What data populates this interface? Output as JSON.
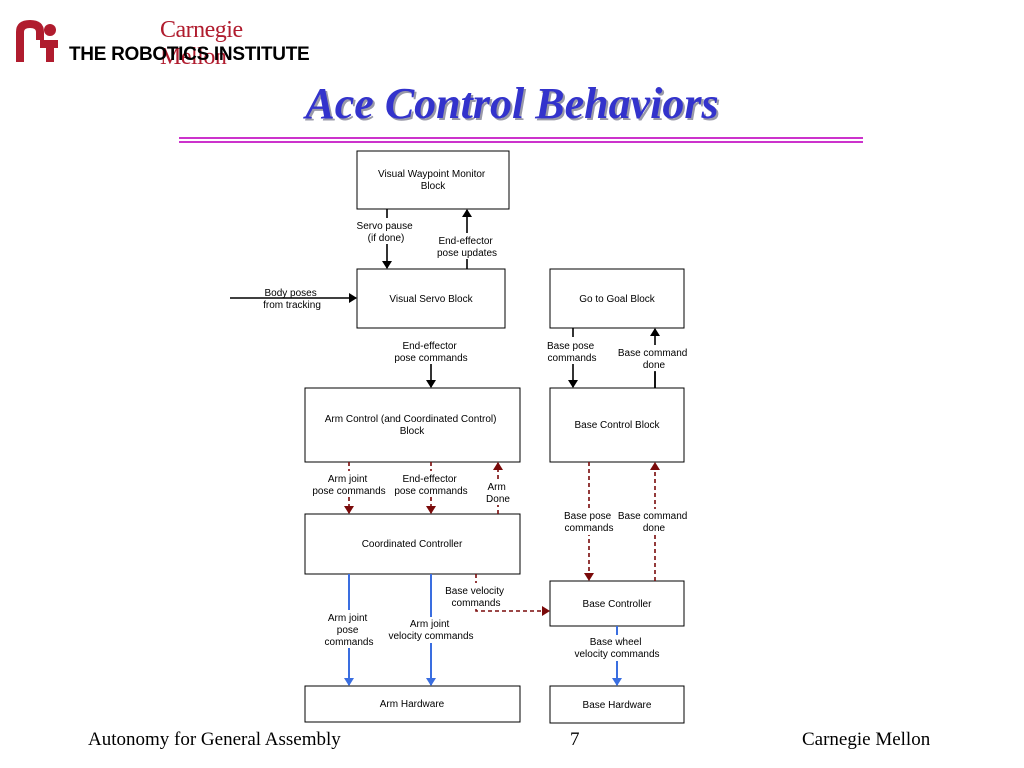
{
  "header": {
    "logo_top": "Carnegie Mellon",
    "logo_bottom": "THE ROBOTICS INSTITUTE",
    "title": "Ace Control Behaviors"
  },
  "colors": {
    "title": "#3333cc",
    "rule": "#cc33cc",
    "logo_red": "#b01c2e",
    "dark_red_arrow": "#7a0a0a",
    "blue_arrow": "#3a6ee0"
  },
  "diagram": {
    "blocks": {
      "vwm": [
        "Visual Waypoint Monitor",
        "Block"
      ],
      "vsb": [
        "Visual Servo Block"
      ],
      "gtg": [
        "Go to Goal Block"
      ],
      "acc": [
        "Arm Control (and Coordinated Control)",
        "Block"
      ],
      "bcb": [
        "Base Control Block"
      ],
      "coc": [
        "Coordinated Controller"
      ],
      "bac": [
        "Base Controller"
      ],
      "arh": [
        "Arm Hardware"
      ],
      "bah": [
        "Base Hardware"
      ]
    },
    "labels": {
      "servo_pause": [
        "Servo pause",
        "(if done)"
      ],
      "ee_pose_updates": [
        "End-effector",
        "pose updates"
      ],
      "body_poses": [
        "Body poses",
        "from tracking"
      ],
      "ee_pose_commands": [
        "End-effector",
        "pose commands"
      ],
      "base_pose_commands_top": [
        "Base pose",
        "commands"
      ],
      "base_command_done_top": [
        "Base command",
        "done"
      ],
      "arm_joint_pose_commands": [
        "Arm joint",
        "pose commands"
      ],
      "ee_pose_commands_2": [
        "End-effector",
        "pose commands"
      ],
      "arm_done": [
        "Arm",
        "Done"
      ],
      "base_pose_commands_mid": [
        "Base pose",
        "commands"
      ],
      "base_command_done_mid": [
        "Base command",
        "done"
      ],
      "base_velocity_commands": [
        "Base velocity",
        "commands"
      ],
      "arm_joint_pose_commands_hw": [
        "Arm joint",
        "pose",
        "commands"
      ],
      "arm_joint_velocity_commands": [
        "Arm joint",
        "velocity commands"
      ],
      "base_wheel_velocity_commands": [
        "Base wheel",
        "velocity commands"
      ]
    }
  },
  "footer": {
    "left": "Autonomy for General Assembly",
    "page": "7",
    "right": "Carnegie Mellon"
  }
}
